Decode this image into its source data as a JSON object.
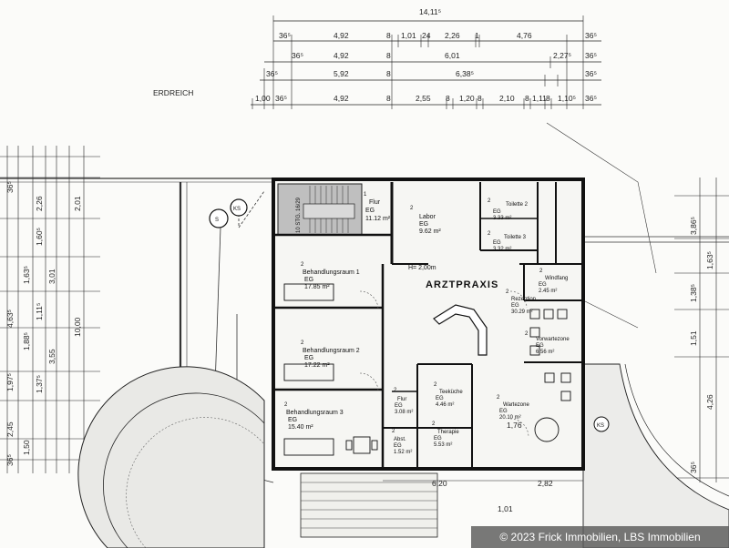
{
  "labels": {
    "erdreich": "ERDREICH",
    "arztpraxis": "ARZTPRAXIS",
    "hoehe": "H= 2,00m",
    "stairs_note": "10 STG. 16/29",
    "ks": "KS",
    "ss": "S"
  },
  "top_dims": {
    "overall": "14,11⁵",
    "row1": [
      "36⁵",
      "4,92",
      "8",
      "1,01",
      "24",
      "2,26",
      "1",
      "4,76",
      "36⁵"
    ],
    "row2": [
      "36⁵",
      "4,92",
      "8",
      "6,01",
      "2,27⁵",
      "36⁵"
    ],
    "row3": [
      "36⁵",
      "5,92",
      "8",
      "6,38⁵",
      "36⁵"
    ],
    "row4": [
      "1,00",
      "36⁵",
      "4,92",
      "8",
      "2,55",
      "8",
      "1,20",
      "8",
      "2,10",
      "8",
      "1,11",
      "8",
      "1,10⁵",
      "36⁵"
    ]
  },
  "left_dims": [
    "36⁵",
    "2,26",
    "2,01",
    "1,60⁵",
    "1,63⁵",
    "3,01",
    "1,11⁵",
    "10,00",
    "3,55",
    "1,88⁵",
    "1,37⁵",
    "4,63⁵",
    "1,97⁵",
    "1,50",
    "2,45",
    "36⁵"
  ],
  "right_dims": [
    "3,86⁵",
    "1,63⁵",
    "1,38⁵",
    "1,51",
    "4,26",
    "36⁵"
  ],
  "bottom_dims": [
    "6,20",
    "2,82",
    "1,76",
    "1,01"
  ],
  "rooms": [
    {
      "num": "1",
      "name": "Flur",
      "level": "EG",
      "area": "11.12 m²"
    },
    {
      "num": "2",
      "name": "Labor",
      "level": "EG",
      "area": "9.62 m²"
    },
    {
      "num": "2",
      "name": "Toilette 2",
      "level": "EG",
      "area": "3.33 m²"
    },
    {
      "num": "2",
      "name": "Toilette 3",
      "level": "EG",
      "area": "3.32 m²"
    },
    {
      "num": "2",
      "name": "Behandlungsraum 1",
      "level": "EG",
      "area": "17.85 m²"
    },
    {
      "num": "2",
      "name": "Windfang",
      "level": "EG",
      "area": "2.45 m²"
    },
    {
      "num": "2",
      "name": "Rezeption",
      "level": "EG",
      "area": "30.29 m²"
    },
    {
      "num": "2",
      "name": "Behandlungsraum 2",
      "level": "EG",
      "area": "17.22 m²"
    },
    {
      "num": "2",
      "name": "Vorwartezone",
      "level": "EG",
      "area": "6.56 m²"
    },
    {
      "num": "2",
      "name": "Teeküche",
      "level": "EG",
      "area": "4.46 m²"
    },
    {
      "num": "2",
      "name": "Wartezone",
      "level": "EG",
      "area": "20.10 m²"
    },
    {
      "num": "2",
      "name": "Behandlungsraum 3",
      "level": "EG",
      "area": "15.40 m²"
    },
    {
      "num": "2",
      "name": "Flur",
      "level": "EG",
      "area": "3.08 m²"
    },
    {
      "num": "2",
      "name": "Therapie",
      "level": "EG",
      "area": "5.53 m²"
    },
    {
      "num": "2",
      "name": "Abst.",
      "level": "EG",
      "area": "1.52 m²"
    }
  ],
  "credit": "© 2023 Frick Immobilien, LBS Immobilien"
}
